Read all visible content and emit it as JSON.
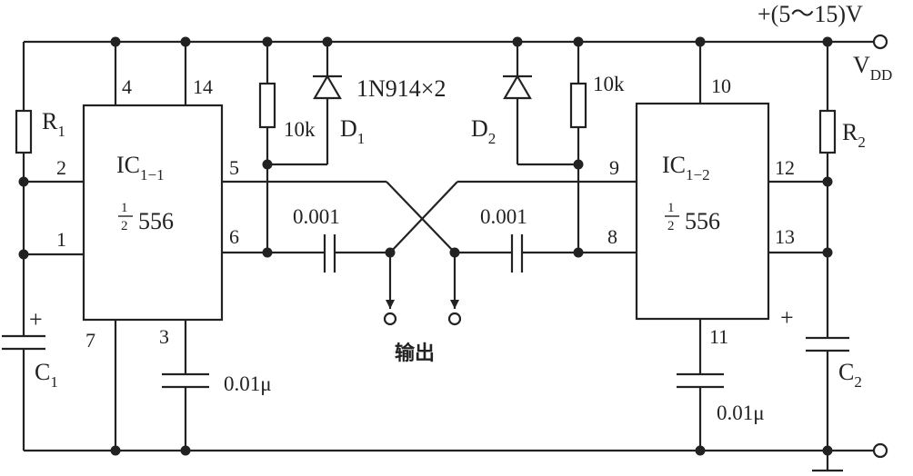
{
  "supply": {
    "voltage": "+(5～15)V",
    "vdd_main": "V",
    "vdd_sub": "DD"
  },
  "ic1": {
    "name_main": "IC",
    "name_sub": "1−1",
    "frac_num": "1",
    "frac_den": "2",
    "part": "556",
    "pins": {
      "p4": "4",
      "p14": "14",
      "p2": "2",
      "p1": "1",
      "p5": "5",
      "p6": "6",
      "p7": "7",
      "p3": "3"
    }
  },
  "ic2": {
    "name_main": "IC",
    "name_sub": "1−2",
    "frac_num": "1",
    "frac_den": "2",
    "part": "556",
    "pins": {
      "p10": "10",
      "p9": "9",
      "p8": "8",
      "p12": "12",
      "p13": "13",
      "p11": "11"
    }
  },
  "r1": {
    "main": "R",
    "sub": "1"
  },
  "r2": {
    "main": "R",
    "sub": "2"
  },
  "c1": {
    "main": "C",
    "sub": "1",
    "polarity": "+"
  },
  "c2": {
    "main": "C",
    "sub": "2",
    "polarity": "+"
  },
  "res_left": "10k",
  "res_right": "10k",
  "d1": {
    "main": "D",
    "sub": "1"
  },
  "d2": {
    "main": "D",
    "sub": "2"
  },
  "diode_part": "1N914×2",
  "cap_timing_left": "0.001",
  "cap_timing_right": "0.001",
  "cap_ctrl_left": "0.01μ",
  "cap_ctrl_right": "0.01μ",
  "output_label": "输出"
}
